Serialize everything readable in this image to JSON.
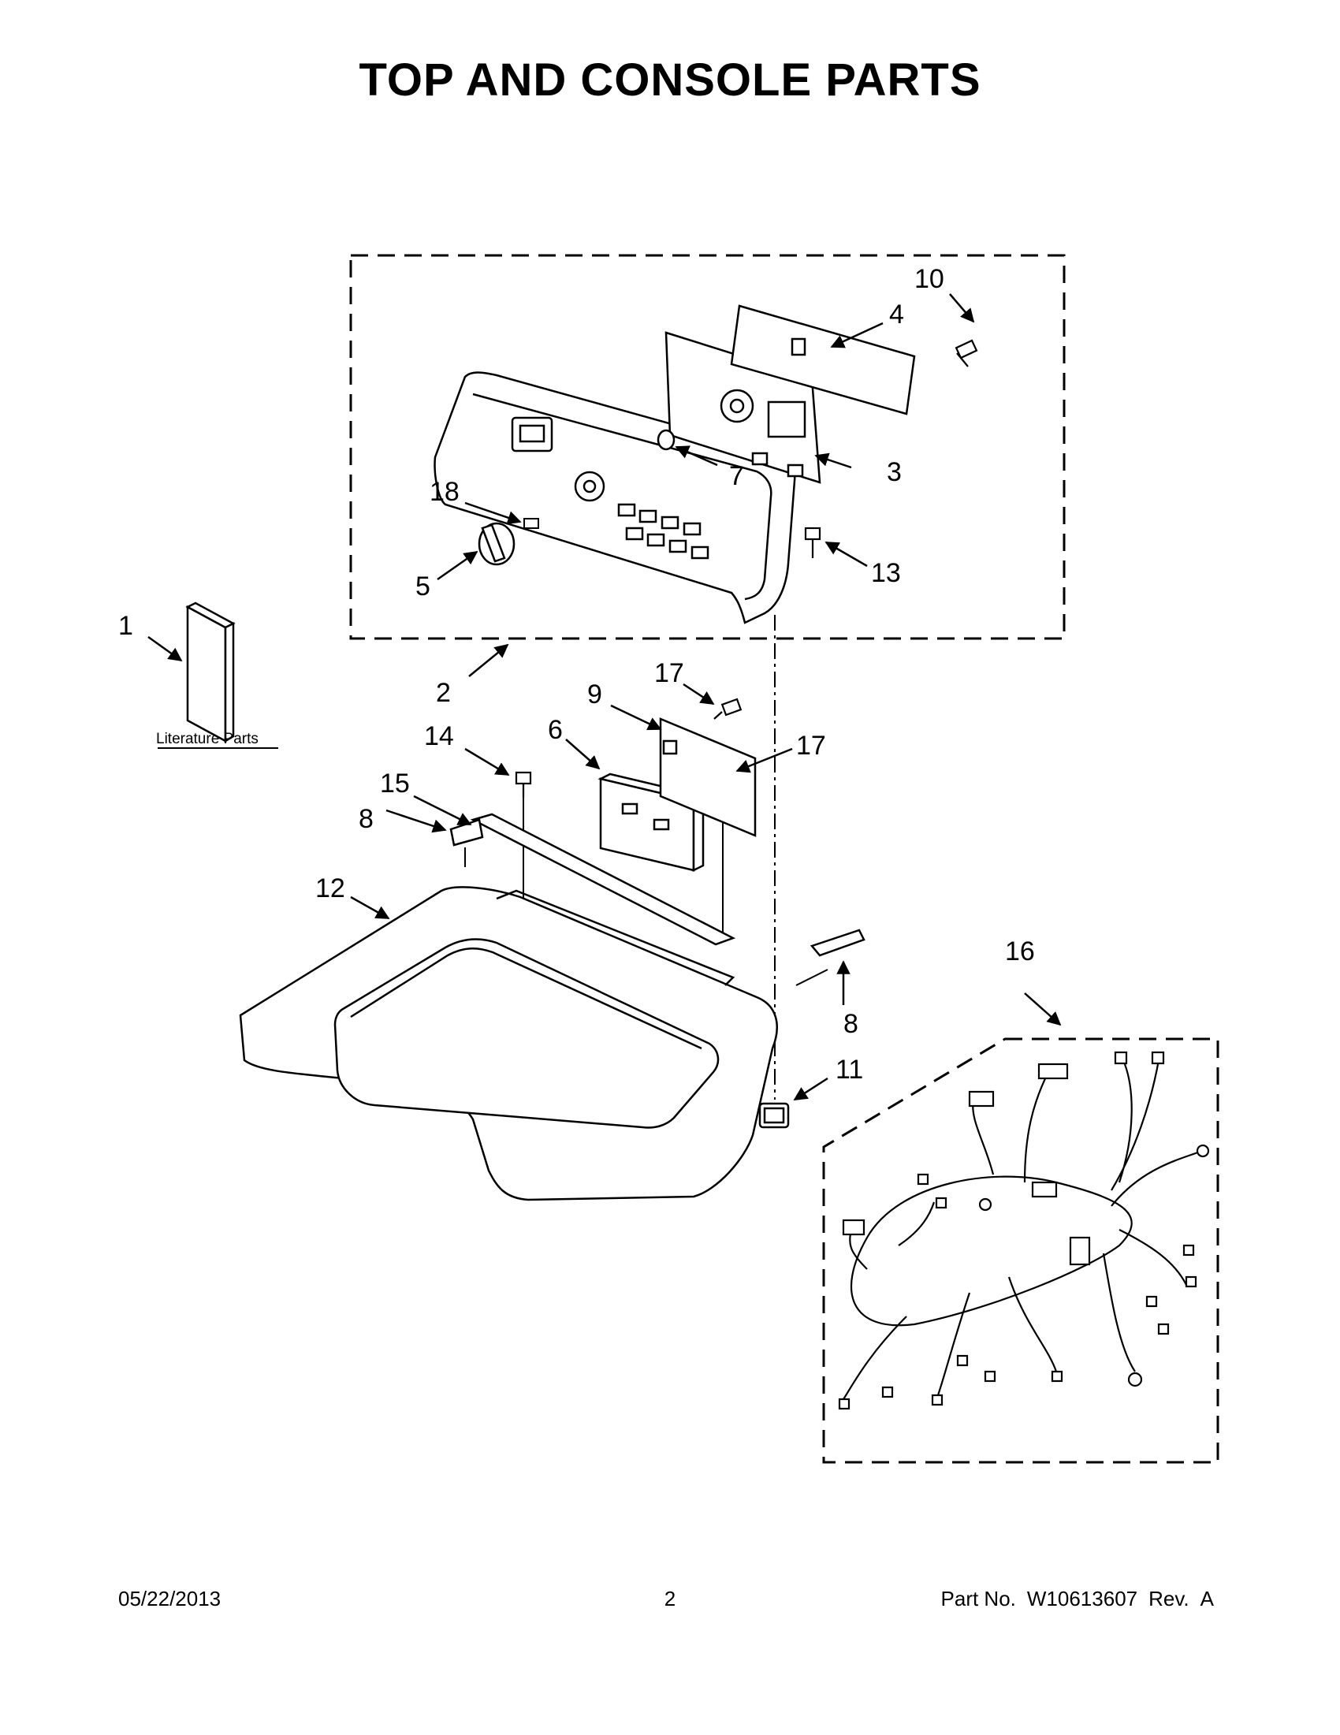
{
  "header": {
    "title": "TOP AND CONSOLE PARTS"
  },
  "callouts": [
    {
      "id": "c1",
      "label": "1"
    },
    {
      "id": "c2",
      "label": "2"
    },
    {
      "id": "c3",
      "label": "3"
    },
    {
      "id": "c4",
      "label": "4"
    },
    {
      "id": "c5",
      "label": "5"
    },
    {
      "id": "c6",
      "label": "6"
    },
    {
      "id": "c7",
      "label": "7"
    },
    {
      "id": "c8a",
      "label": "8"
    },
    {
      "id": "c8b",
      "label": "8"
    },
    {
      "id": "c9",
      "label": "9"
    },
    {
      "id": "c10",
      "label": "10"
    },
    {
      "id": "c11",
      "label": "11"
    },
    {
      "id": "c12",
      "label": "12"
    },
    {
      "id": "c13",
      "label": "13"
    },
    {
      "id": "c14",
      "label": "14"
    },
    {
      "id": "c15",
      "label": "15"
    },
    {
      "id": "c16",
      "label": "16"
    },
    {
      "id": "c17a",
      "label": "17"
    },
    {
      "id": "c17b",
      "label": "17"
    },
    {
      "id": "c18",
      "label": "18"
    }
  ],
  "literature": {
    "label": "Literature Parts"
  },
  "footer": {
    "date": "05/22/2013",
    "page": "2",
    "part_label": "Part No.",
    "part_number": "W10613607",
    "rev": "Rev.",
    "rev_value": "A"
  }
}
